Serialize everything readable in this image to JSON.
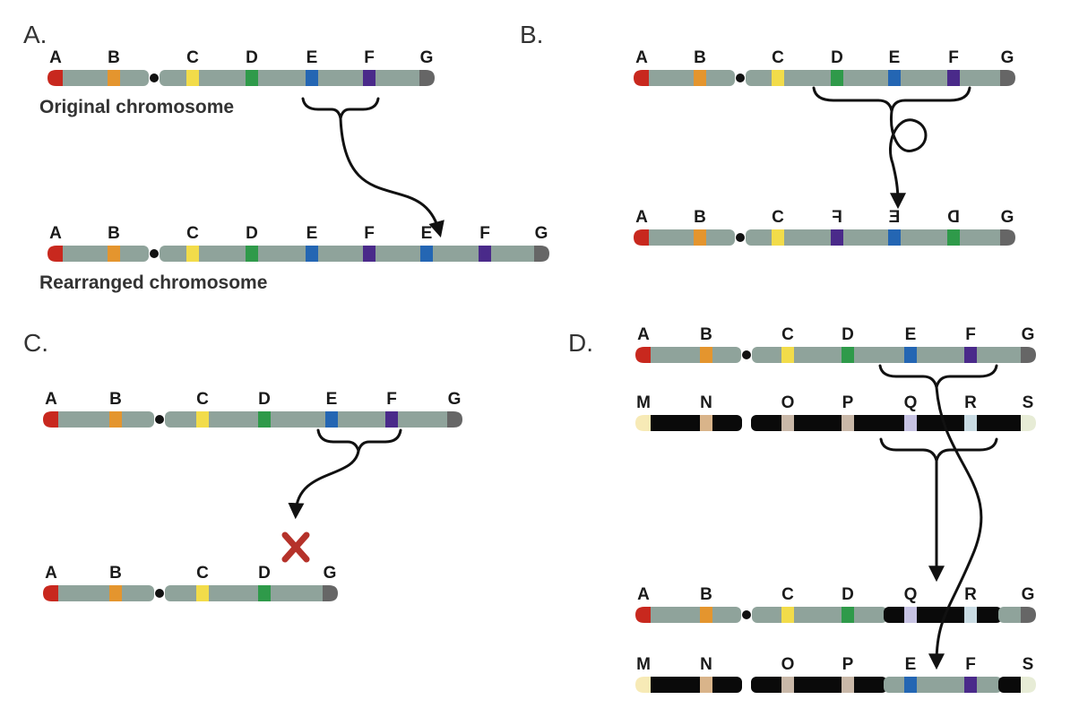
{
  "panels": {
    "A": {
      "label": "A.",
      "caption_original": "Original chromosome",
      "caption_rearranged": "Rearranged chromosome",
      "original_markers": [
        "A",
        "B",
        "C",
        "D",
        "E",
        "F",
        "G"
      ],
      "rearranged_markers": [
        "A",
        "B",
        "C",
        "D",
        "E",
        "F",
        "E",
        "F",
        "G"
      ]
    },
    "B": {
      "label": "B.",
      "original_markers": [
        "A",
        "B",
        "C",
        "D",
        "E",
        "F",
        "G"
      ],
      "rearranged_markers": [
        "A",
        "B",
        "C",
        "F",
        "E",
        "D",
        "G"
      ]
    },
    "C": {
      "label": "C.",
      "original_markers": [
        "A",
        "B",
        "C",
        "D",
        "E",
        "F",
        "G"
      ],
      "rearranged_markers": [
        "A",
        "B",
        "C",
        "D",
        "G"
      ]
    },
    "D": {
      "label": "D.",
      "chrom1_markers": [
        "A",
        "B",
        "C",
        "D",
        "E",
        "F",
        "G"
      ],
      "chrom2_markers": [
        "M",
        "N",
        "O",
        "P",
        "Q",
        "R",
        "S"
      ],
      "rearranged1_markers": [
        "A",
        "B",
        "C",
        "D",
        "Q",
        "R",
        "G"
      ],
      "rearranged2_markers": [
        "M",
        "N",
        "O",
        "P",
        "E",
        "F",
        "S"
      ]
    }
  },
  "colors": {
    "chromosome": "#8fa39b",
    "dark_chromosome": "#0a0a0a",
    "A": "#c8281e",
    "B": "#e4952e",
    "C": "#f2dc4a",
    "D": "#2f9a4a",
    "E": "#2466b3",
    "F": "#4a2a8a",
    "G": "#666666",
    "M": "#f7eab6",
    "N": "#d9b48a",
    "O": "#c9b8a8",
    "P": "#c9b8a8",
    "Q": "#c7c3e3",
    "R": "#c9dbe3",
    "S": "#e7ecd6",
    "deletion_mark": "#b5322a"
  }
}
